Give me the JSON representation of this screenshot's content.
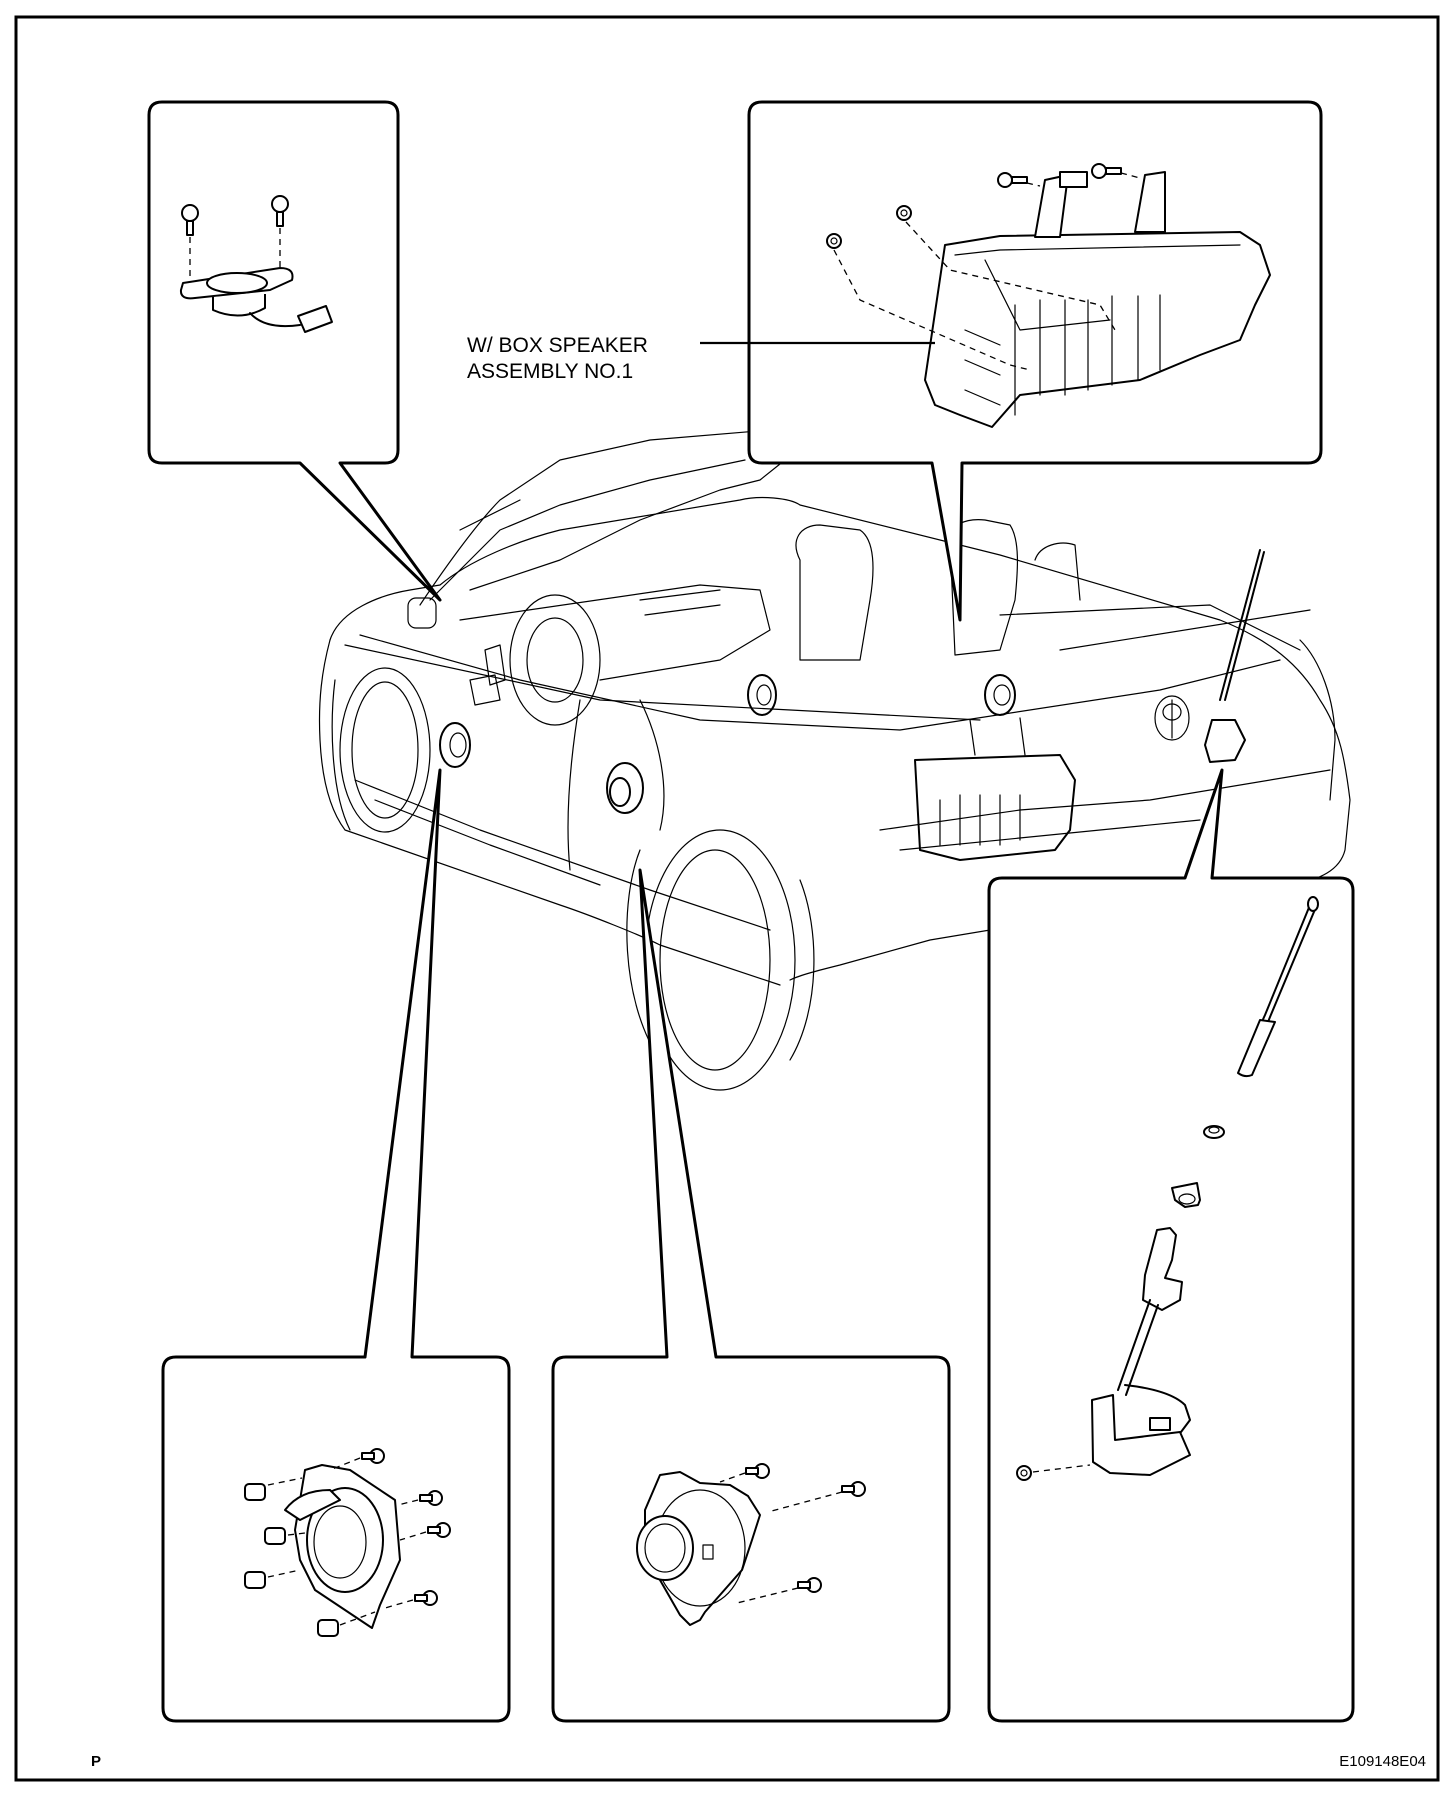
{
  "diagram": {
    "type": "parts-location-illustration",
    "subject": "Audio speakers and antenna locations on convertible vehicle",
    "labels": {
      "box_speaker": [
        "W/ BOX SPEAKER",
        "ASSEMBLY NO.1"
      ]
    },
    "footer": {
      "left_mark": "P",
      "figure_code": "E109148E04"
    },
    "callouts": [
      {
        "id": "tweeter",
        "part": "front-tweeter-speaker",
        "fasteners": "2 screws",
        "has_connector": true
      },
      {
        "id": "box-speaker",
        "part": "box-speaker-assembly-no1",
        "fasteners": "2 bolts, 2 nuts"
      },
      {
        "id": "front-door-speaker",
        "part": "front-door-speaker",
        "fasteners": "4 clips, 4 screws"
      },
      {
        "id": "rear-speaker",
        "part": "rear-quarter-speaker",
        "fasteners": "3 screws"
      },
      {
        "id": "antenna",
        "part": "roof-antenna-pole-and-holder",
        "fasteners": "1 nut, 1 nut, 1 pad"
      }
    ]
  }
}
